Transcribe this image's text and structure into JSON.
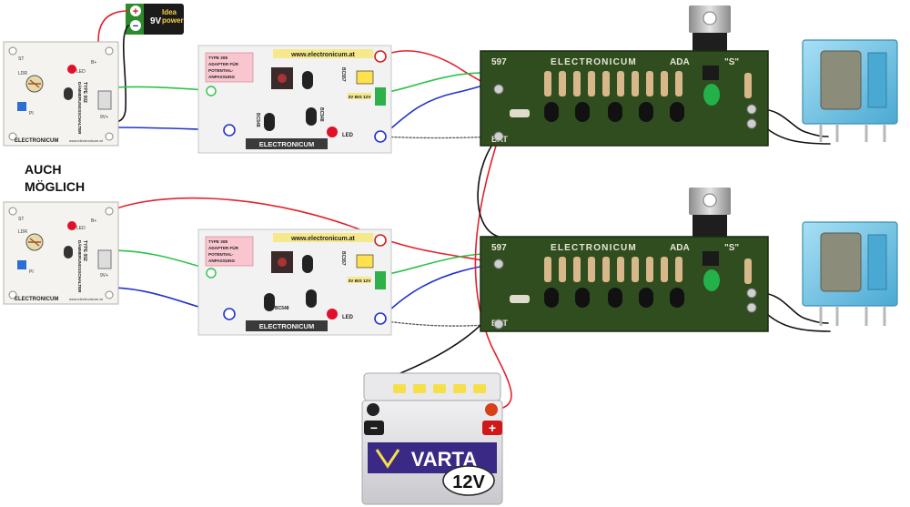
{
  "side_label": {
    "line1": "AUCH",
    "line2": "MÖGLICH"
  },
  "battery_9v": {
    "brand_line1": "Idea",
    "brand_line2": "power",
    "voltage": "9V",
    "plus": "+",
    "minus": "−"
  },
  "sensor_modules": [
    {
      "type_label": "TYPE 002",
      "name_label": "DÄMMERUNGSSCHALTER",
      "website": "www.electronicum.at",
      "brand": "ELECTRONICUM",
      "pin_labels": [
        "B+",
        "LED",
        "LDR",
        "ST",
        "PI",
        "9V+"
      ]
    },
    {
      "type_label": "TYPE 002",
      "name_label": "DÄMMERUNGSSCHALTER",
      "website": "www.electronicum.at",
      "brand": "ELECTRONICUM",
      "pin_labels": [
        "B+",
        "LED",
        "LDR",
        "ST",
        "PI",
        "9V+"
      ]
    }
  ],
  "adapter_modules": [
    {
      "website": "www.electronicum.at",
      "type_line1": "TYPE 308",
      "type_line2": "ADAPTER FÜR",
      "type_line3": "POTENTIAL-",
      "type_line4": "ANPASSUNG",
      "voltage_label": "3V BIS 12V",
      "led_label": "LED",
      "brand": "ELECTRONICUM",
      "transistor_labels": [
        "BC557",
        "BC548",
        "BC548"
      ]
    },
    {
      "website": "www.electronicum.at",
      "type_line1": "TYPE 308",
      "type_line2": "ADAPTER FÜR",
      "type_line3": "POTENTIAL-",
      "type_line4": "ANPASSUNG",
      "voltage_label": "3V BIS 12V",
      "led_label": "LED",
      "brand": "ELECTRONICUM",
      "transistor_labels": [
        "BC557",
        "BC548"
      ]
    }
  ],
  "relay_boards": [
    {
      "brand": "ELECTRONICUM",
      "type_prefix": "597",
      "suffix": "ADA",
      "quote": "\"S\"",
      "bat_label": "BAT"
    },
    {
      "brand": "ELECTRONICUM",
      "type_prefix": "597",
      "suffix": "ADA",
      "quote": "\"S\"",
      "bat_label": "BAT"
    }
  ],
  "car_battery": {
    "brand": "VARTA",
    "voltage": "12V",
    "minus": "−",
    "plus": "+"
  },
  "colors": {
    "wire_red": "#e3222d",
    "wire_green": "#2ec24a",
    "wire_blue": "#2233cc",
    "wire_black": "#111111",
    "pcb_green": "#2f4d1f",
    "pcb_text": "#e8e6d6",
    "module_white": "#f4f3ef",
    "adapter_white": "#f2f2f2",
    "relay_blue": "#66c3e5",
    "battery_grey": "#d8d8da",
    "battery_yellow": "#f5e04a",
    "varta_blue": "#3a2a86",
    "led_green": "#23b24a",
    "led_red": "#e0102a"
  }
}
